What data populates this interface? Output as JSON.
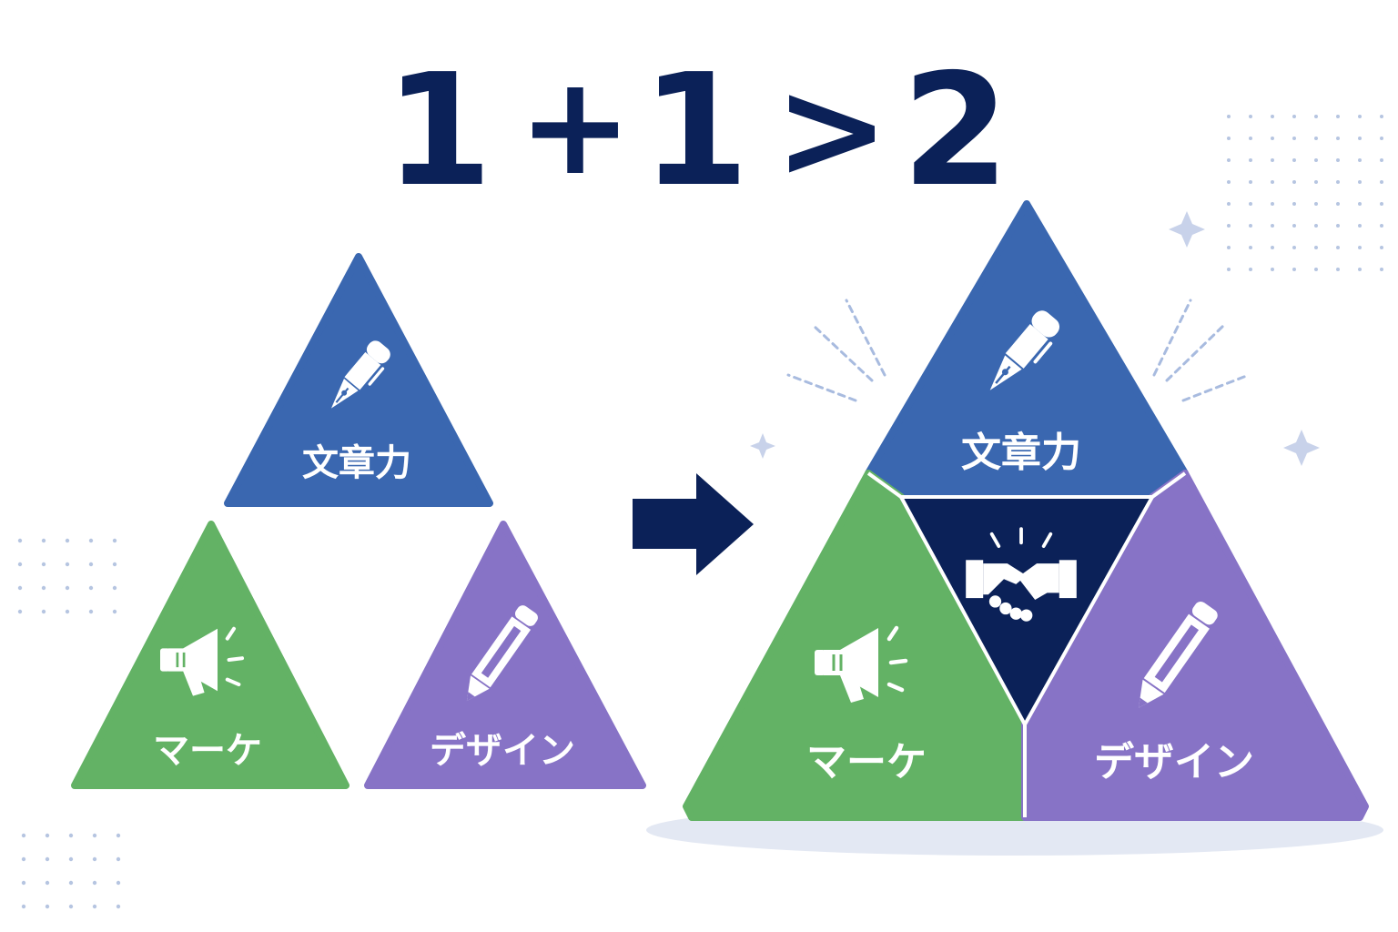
{
  "equation": {
    "one_a": "1",
    "plus": "+",
    "one_b": "1",
    "greater": ">",
    "two": "2"
  },
  "skills": {
    "writing": "文章力",
    "marketing": "マーケ",
    "design": "デザイン"
  },
  "icons": {
    "writing": "fountain-pen-icon",
    "marketing": "megaphone-icon",
    "design": "pencil-icon",
    "synergy": "handshake-icon",
    "transition": "right-arrow-icon"
  },
  "colors": {
    "writing": "#3a67b0",
    "marketing": "#63b265",
    "design": "#8773c6",
    "synergy": "#0b2158",
    "text_dark": "#0b2158",
    "dots": "#b6c5e1"
  }
}
